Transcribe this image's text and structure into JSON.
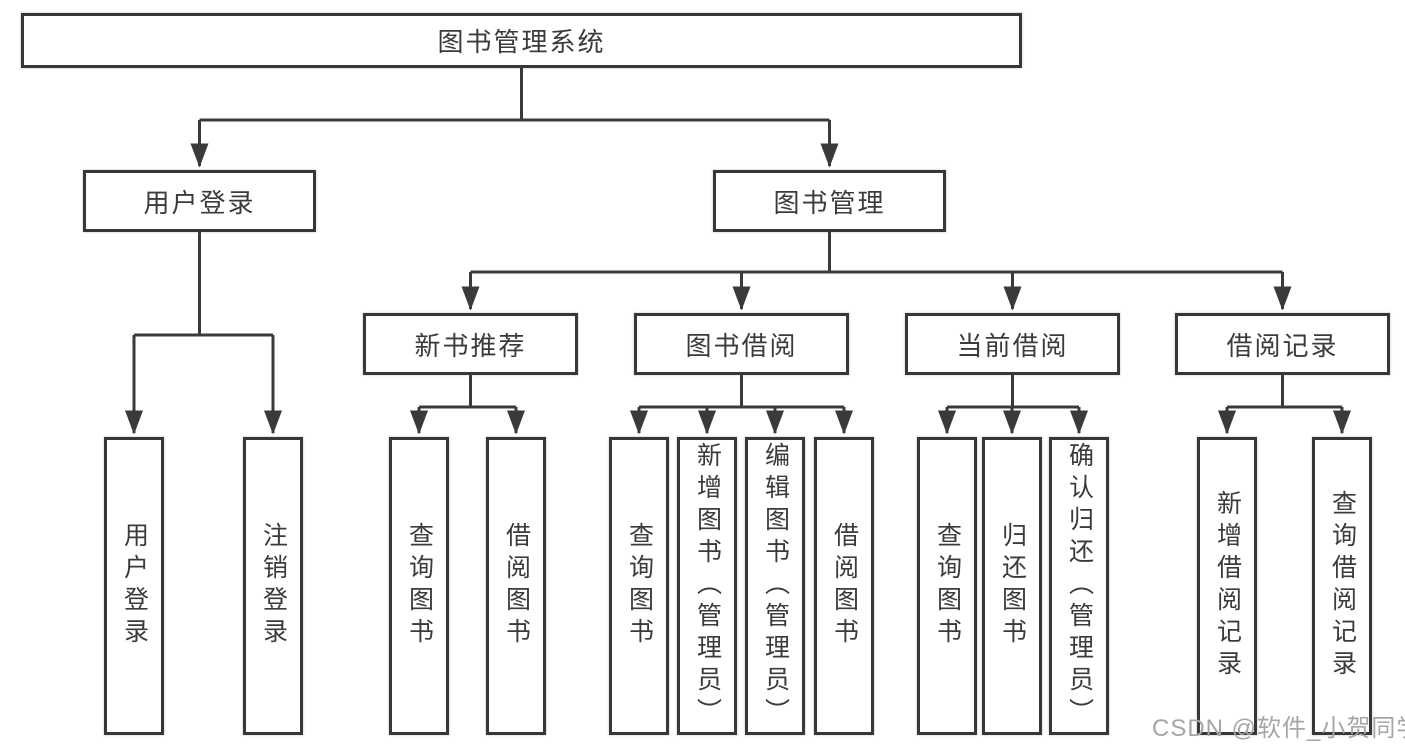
{
  "diagram": {
    "root": {
      "label": "图书管理系统"
    },
    "level2": [
      {
        "label": "用户登录"
      },
      {
        "label": "图书管理"
      }
    ],
    "level3": [
      {
        "label": "新书推荐"
      },
      {
        "label": "图书借阅"
      },
      {
        "label": "当前借阅"
      },
      {
        "label": "借阅记录"
      }
    ],
    "leaves": [
      {
        "label": "用户登录"
      },
      {
        "label": "注销登录"
      },
      {
        "label": "查询图书"
      },
      {
        "label": "借阅图书"
      },
      {
        "label": "查询图书"
      },
      {
        "label": "新增图书（管理员）"
      },
      {
        "label": "编辑图书（管理员）"
      },
      {
        "label": "借阅图书"
      },
      {
        "label": "查询图书"
      },
      {
        "label": "归还图书"
      },
      {
        "label": "确认归还（管理员）"
      },
      {
        "label": "新增借阅记录"
      },
      {
        "label": "查询借阅记录"
      }
    ],
    "watermark": "CSDN @软件_小贺同学",
    "line_color": "#3a3a3a",
    "border_color": "#373737",
    "text_color": "#3b3b3b",
    "watermark_color": "#a6a6a6"
  }
}
